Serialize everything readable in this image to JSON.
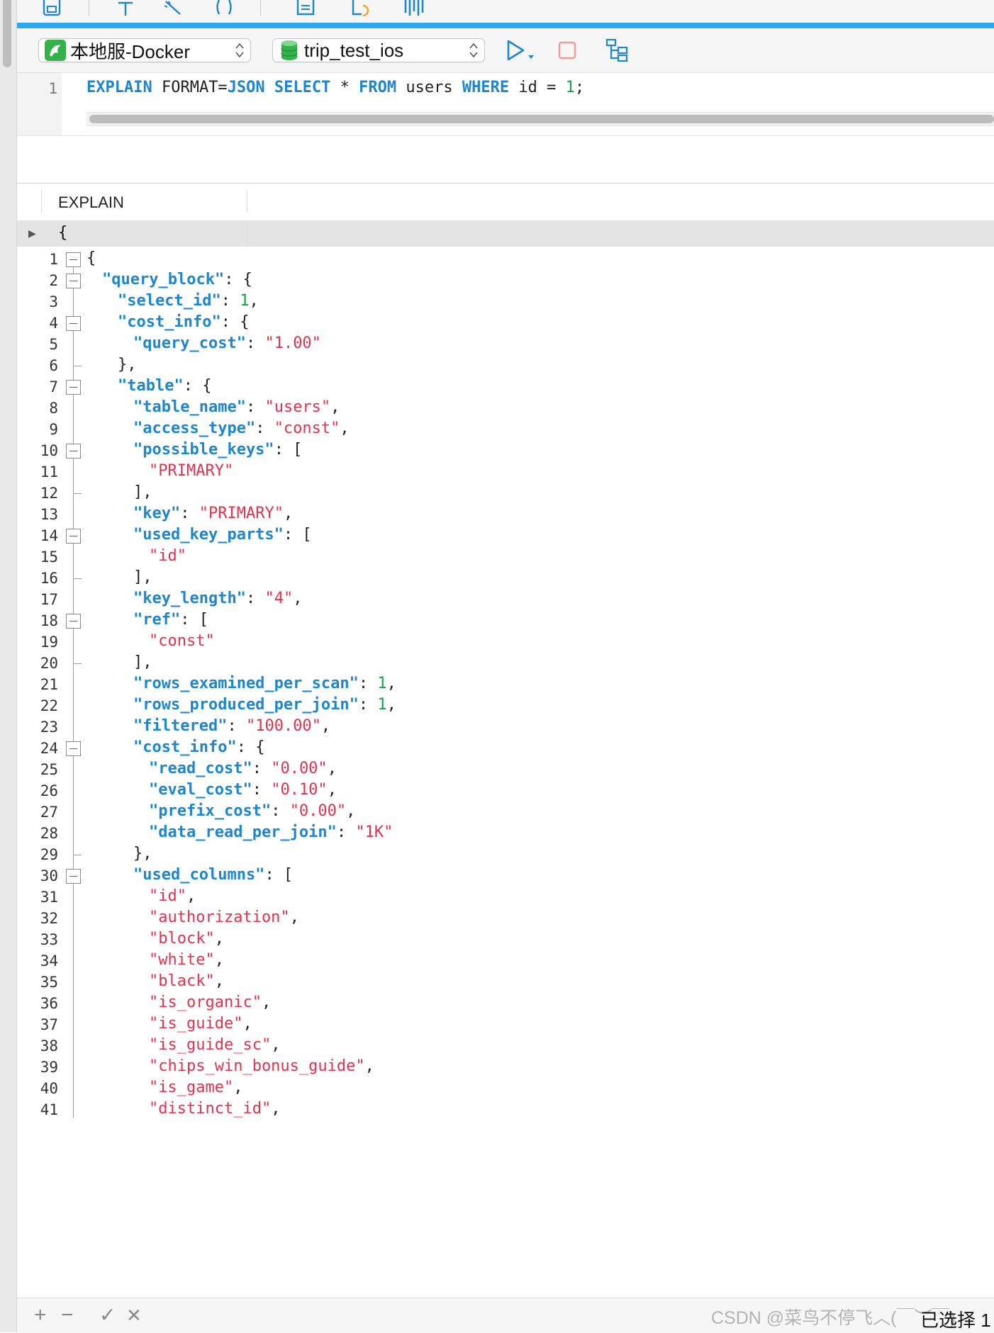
{
  "connection": {
    "name": "本地服-Docker",
    "database": "trip_test_ios",
    "accent_color": "#2fa7ef"
  },
  "editor": {
    "line_number": "1",
    "tokens": [
      {
        "text": "EXPLAIN",
        "style": "kw"
      },
      {
        "text": " FORMAT=",
        "style": "plain"
      },
      {
        "text": "JSON",
        "style": "kw"
      },
      {
        "text": " ",
        "style": "plain"
      },
      {
        "text": "SELECT",
        "style": "kw"
      },
      {
        "text": " * ",
        "style": "plain"
      },
      {
        "text": "FROM",
        "style": "kw"
      },
      {
        "text": " users ",
        "style": "plain"
      },
      {
        "text": "WHERE",
        "style": "kw"
      },
      {
        "text": " id = ",
        "style": "plain"
      },
      {
        "text": "1",
        "style": "n"
      },
      {
        "text": ";",
        "style": "plain"
      }
    ]
  },
  "result": {
    "column_header": "EXPLAIN",
    "row_marker": "▶",
    "row_value": "{"
  },
  "json_lines": [
    {
      "n": "1",
      "indent": 0,
      "fold": "open",
      "t": [
        [
          "{",
          "p"
        ]
      ]
    },
    {
      "n": "2",
      "indent": 1,
      "fold": "open",
      "t": [
        [
          "\"query_block\"",
          "k"
        ],
        [
          ": {",
          "p"
        ]
      ]
    },
    {
      "n": "3",
      "indent": 2,
      "t": [
        [
          "\"select_id\"",
          "k"
        ],
        [
          ": ",
          "p"
        ],
        [
          "1",
          "n"
        ],
        [
          ",",
          "p"
        ]
      ]
    },
    {
      "n": "4",
      "indent": 2,
      "fold": "open",
      "t": [
        [
          "\"cost_info\"",
          "k"
        ],
        [
          ": {",
          "p"
        ]
      ]
    },
    {
      "n": "5",
      "indent": 3,
      "t": [
        [
          "\"query_cost\"",
          "k"
        ],
        [
          ": ",
          "p"
        ],
        [
          "\"1.00\"",
          "s"
        ]
      ]
    },
    {
      "n": "6",
      "indent": 2,
      "fold": "end",
      "t": [
        [
          "},",
          "p"
        ]
      ]
    },
    {
      "n": "7",
      "indent": 2,
      "fold": "open",
      "t": [
        [
          "\"table\"",
          "k"
        ],
        [
          ": {",
          "p"
        ]
      ]
    },
    {
      "n": "8",
      "indent": 3,
      "t": [
        [
          "\"table_name\"",
          "k"
        ],
        [
          ": ",
          "p"
        ],
        [
          "\"users\"",
          "s"
        ],
        [
          ",",
          "p"
        ]
      ]
    },
    {
      "n": "9",
      "indent": 3,
      "t": [
        [
          "\"access_type\"",
          "k"
        ],
        [
          ": ",
          "p"
        ],
        [
          "\"const\"",
          "s"
        ],
        [
          ",",
          "p"
        ]
      ]
    },
    {
      "n": "10",
      "indent": 3,
      "fold": "open",
      "t": [
        [
          "\"possible_keys\"",
          "k"
        ],
        [
          ": [",
          "p"
        ]
      ]
    },
    {
      "n": "11",
      "indent": 4,
      "t": [
        [
          "\"PRIMARY\"",
          "s"
        ]
      ]
    },
    {
      "n": "12",
      "indent": 3,
      "fold": "end",
      "t": [
        [
          "],",
          "p"
        ]
      ]
    },
    {
      "n": "13",
      "indent": 3,
      "t": [
        [
          "\"key\"",
          "k"
        ],
        [
          ": ",
          "p"
        ],
        [
          "\"PRIMARY\"",
          "s"
        ],
        [
          ",",
          "p"
        ]
      ]
    },
    {
      "n": "14",
      "indent": 3,
      "fold": "open",
      "t": [
        [
          "\"used_key_parts\"",
          "k"
        ],
        [
          ": [",
          "p"
        ]
      ]
    },
    {
      "n": "15",
      "indent": 4,
      "t": [
        [
          "\"id\"",
          "s"
        ]
      ]
    },
    {
      "n": "16",
      "indent": 3,
      "fold": "end",
      "t": [
        [
          "],",
          "p"
        ]
      ]
    },
    {
      "n": "17",
      "indent": 3,
      "t": [
        [
          "\"key_length\"",
          "k"
        ],
        [
          ": ",
          "p"
        ],
        [
          "\"4\"",
          "s"
        ],
        [
          ",",
          "p"
        ]
      ]
    },
    {
      "n": "18",
      "indent": 3,
      "fold": "open",
      "t": [
        [
          "\"ref\"",
          "k"
        ],
        [
          ": [",
          "p"
        ]
      ]
    },
    {
      "n": "19",
      "indent": 4,
      "t": [
        [
          "\"const\"",
          "s"
        ]
      ]
    },
    {
      "n": "20",
      "indent": 3,
      "fold": "end",
      "t": [
        [
          "],",
          "p"
        ]
      ]
    },
    {
      "n": "21",
      "indent": 3,
      "t": [
        [
          "\"rows_examined_per_scan\"",
          "k"
        ],
        [
          ": ",
          "p"
        ],
        [
          "1",
          "n"
        ],
        [
          ",",
          "p"
        ]
      ]
    },
    {
      "n": "22",
      "indent": 3,
      "t": [
        [
          "\"rows_produced_per_join\"",
          "k"
        ],
        [
          ": ",
          "p"
        ],
        [
          "1",
          "n"
        ],
        [
          ",",
          "p"
        ]
      ]
    },
    {
      "n": "23",
      "indent": 3,
      "t": [
        [
          "\"filtered\"",
          "k"
        ],
        [
          ": ",
          "p"
        ],
        [
          "\"100.00\"",
          "s"
        ],
        [
          ",",
          "p"
        ]
      ]
    },
    {
      "n": "24",
      "indent": 3,
      "fold": "open",
      "t": [
        [
          "\"cost_info\"",
          "k"
        ],
        [
          ": {",
          "p"
        ]
      ]
    },
    {
      "n": "25",
      "indent": 4,
      "t": [
        [
          "\"read_cost\"",
          "k"
        ],
        [
          ": ",
          "p"
        ],
        [
          "\"0.00\"",
          "s"
        ],
        [
          ",",
          "p"
        ]
      ]
    },
    {
      "n": "26",
      "indent": 4,
      "t": [
        [
          "\"eval_cost\"",
          "k"
        ],
        [
          ": ",
          "p"
        ],
        [
          "\"0.10\"",
          "s"
        ],
        [
          ",",
          "p"
        ]
      ]
    },
    {
      "n": "27",
      "indent": 4,
      "t": [
        [
          "\"prefix_cost\"",
          "k"
        ],
        [
          ": ",
          "p"
        ],
        [
          "\"0.00\"",
          "s"
        ],
        [
          ",",
          "p"
        ]
      ]
    },
    {
      "n": "28",
      "indent": 4,
      "t": [
        [
          "\"data_read_per_join\"",
          "k"
        ],
        [
          ": ",
          "p"
        ],
        [
          "\"1K\"",
          "s"
        ]
      ]
    },
    {
      "n": "29",
      "indent": 3,
      "fold": "end",
      "t": [
        [
          "},",
          "p"
        ]
      ]
    },
    {
      "n": "30",
      "indent": 3,
      "fold": "open",
      "t": [
        [
          "\"used_columns\"",
          "k"
        ],
        [
          ": [",
          "p"
        ]
      ]
    },
    {
      "n": "31",
      "indent": 4,
      "t": [
        [
          "\"id\"",
          "s"
        ],
        [
          ",",
          "p"
        ]
      ]
    },
    {
      "n": "32",
      "indent": 4,
      "t": [
        [
          "\"authorization\"",
          "s"
        ],
        [
          ",",
          "p"
        ]
      ]
    },
    {
      "n": "33",
      "indent": 4,
      "t": [
        [
          "\"block\"",
          "s"
        ],
        [
          ",",
          "p"
        ]
      ]
    },
    {
      "n": "34",
      "indent": 4,
      "t": [
        [
          "\"white\"",
          "s"
        ],
        [
          ",",
          "p"
        ]
      ]
    },
    {
      "n": "35",
      "indent": 4,
      "t": [
        [
          "\"black\"",
          "s"
        ],
        [
          ",",
          "p"
        ]
      ]
    },
    {
      "n": "36",
      "indent": 4,
      "t": [
        [
          "\"is_organic\"",
          "s"
        ],
        [
          ",",
          "p"
        ]
      ]
    },
    {
      "n": "37",
      "indent": 4,
      "t": [
        [
          "\"is_guide\"",
          "s"
        ],
        [
          ",",
          "p"
        ]
      ]
    },
    {
      "n": "38",
      "indent": 4,
      "t": [
        [
          "\"is_guide_sc\"",
          "s"
        ],
        [
          ",",
          "p"
        ]
      ]
    },
    {
      "n": "39",
      "indent": 4,
      "t": [
        [
          "\"chips_win_bonus_guide\"",
          "s"
        ],
        [
          ",",
          "p"
        ]
      ]
    },
    {
      "n": "40",
      "indent": 4,
      "t": [
        [
          "\"is_game\"",
          "s"
        ],
        [
          ",",
          "p"
        ]
      ]
    },
    {
      "n": "41",
      "indent": 4,
      "t": [
        [
          "\"distinct_id\"",
          "s"
        ],
        [
          ",",
          "p"
        ]
      ]
    }
  ],
  "bottom_bar": {
    "add": "+",
    "remove": "−",
    "confirm": "✓",
    "cancel": "✕",
    "watermark": "CSDN @菜鸟不停飞︿(￣︶￣)",
    "status": "已选择 1"
  },
  "icons": {
    "toolbar": [
      "save-icon",
      "pin-icon",
      "wand-icon",
      "brackets-icon",
      "document-icon",
      "refresh-doc-icon",
      "waveform-icon"
    ],
    "connbar": [
      "mysql-dolphin-icon",
      "database-cylinder-icon",
      "run-icon",
      "stop-icon",
      "explain-tree-icon"
    ]
  }
}
